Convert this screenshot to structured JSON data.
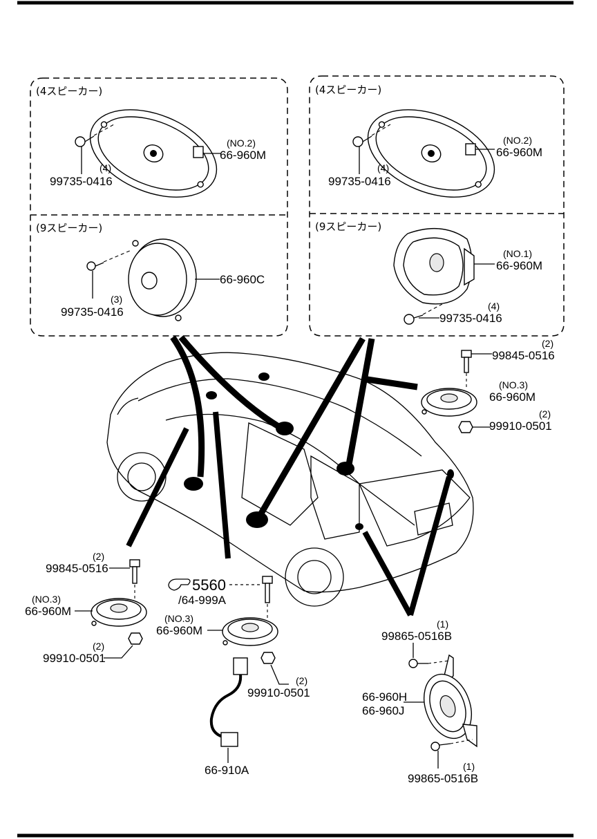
{
  "groups": {
    "top_left_header": "(4スピーカー)",
    "mid_left_header": "(9スピーカー)",
    "top_right_header": "(4スピーカー)",
    "mid_right_header": "(9スピーカー)"
  },
  "parts": {
    "tl_qty_note": "(NO.2)",
    "tl_part": "66-960M",
    "tl_screw_qty": "(4)",
    "tl_screw": "99735-0416",
    "ml_part": "66-960C",
    "ml_screw_qty": "(3)",
    "ml_screw": "99735-0416",
    "tr_qty_note": "(NO.2)",
    "tr_part": "66-960M",
    "tr_screw_qty": "(4)",
    "tr_screw": "99735-0416",
    "mr_qty_note": "(NO.1)",
    "mr_part": "66-960M",
    "mr_screw_qty": "(4)",
    "mr_screw": "99735-0416",
    "rr_bolt_qty": "(2)",
    "rr_bolt": "99845-0516",
    "rr_note": "(NO.3)",
    "rr_part": "66-960M",
    "rr_nut_qty": "(2)",
    "rr_nut": "99910-0501",
    "lf_bolt_qty": "(2)",
    "lf_bolt": "99845-0516",
    "lf_note": "(NO.3)",
    "lf_part": "66-960M",
    "lf_nut_qty": "(2)",
    "lf_nut": "99910-0501",
    "c_ref": "5560",
    "c_ref2": "/64-999A",
    "c_note": "(NO.3)",
    "c_part": "66-960M",
    "c_nut_qty": "(2)",
    "c_nut": "99910-0501",
    "c_harness": "66-910A",
    "br_screw_qty_top": "(1)",
    "br_screw_top": "99865-0516B",
    "br_part1": "66-960H",
    "br_part2": "66-960J",
    "br_screw_qty_bot": "(1)",
    "br_screw_bot": "99865-0516B"
  },
  "icons": [
    "speaker-icon",
    "screw-icon",
    "bolt-icon",
    "nut-icon",
    "connector-icon",
    "reference-hand-icon",
    "vehicle-icon"
  ]
}
